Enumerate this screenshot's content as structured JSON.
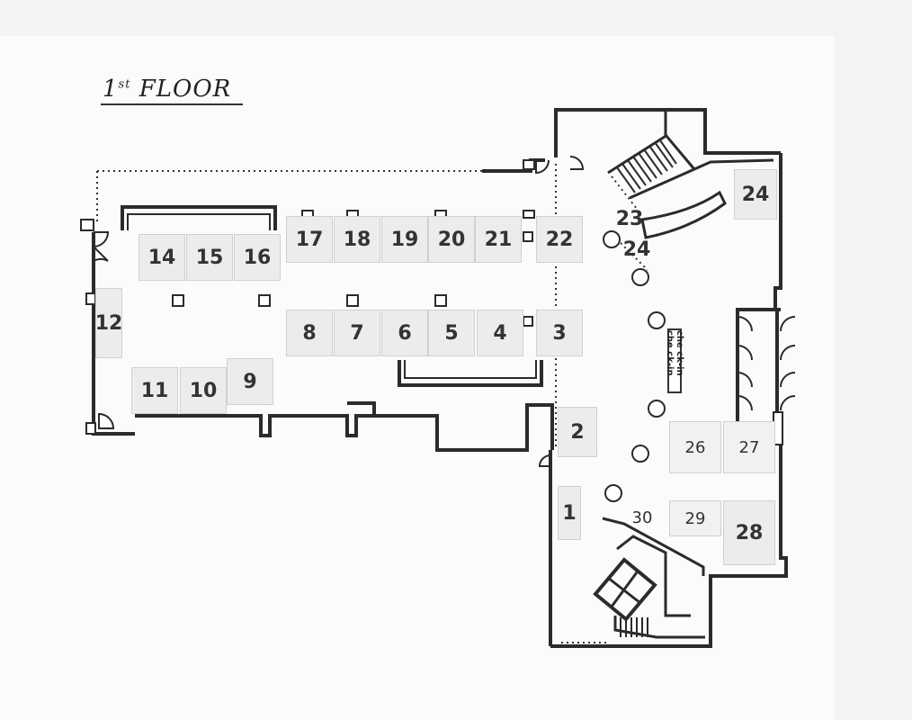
{
  "title": {
    "main": "1",
    "sup": "st",
    "rest": " FLOOR"
  },
  "booths": [
    "1",
    "2",
    "3",
    "4",
    "5",
    "6",
    "7",
    "8",
    "9",
    "10",
    "11",
    "12",
    "14",
    "15",
    "16",
    "17",
    "18",
    "19",
    "20",
    "21",
    "22",
    "23",
    "24",
    "24",
    "26",
    "27",
    "28",
    "29",
    "30"
  ],
  "checkin_label": "che ck-in che ck-in"
}
